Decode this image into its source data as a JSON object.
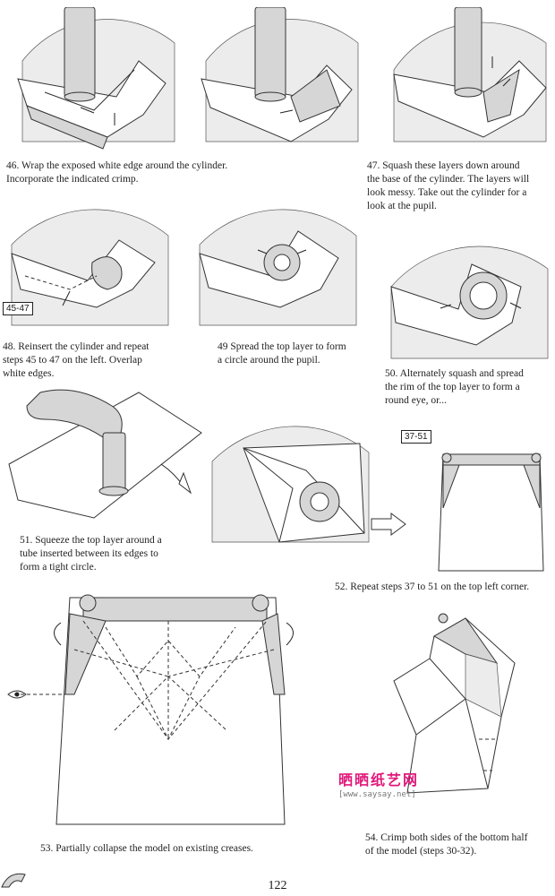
{
  "steps": [
    {
      "id": "46",
      "caption": "46.  Wrap the exposed white edge around the cylinder.\nIncorporate the indicated crimp."
    },
    {
      "id": "47",
      "caption": "47.  Squash these layers down around\nthe base of the cylinder.  The layers will\nlook messy.  Take out the cylinder for a\nlook at the pupil."
    },
    {
      "id": "48",
      "caption": "48.  Reinsert the cylinder and repeat\nsteps 45 to 47 on the left.  Overlap\nwhite edges."
    },
    {
      "id": "49",
      "caption": "49  Spread the top layer to form\na circle around the pupil."
    },
    {
      "id": "50",
      "caption": "50.  Alternately squash and spread\nthe rim of the top layer to form a\nround eye, or..."
    },
    {
      "id": "51",
      "caption": "51.  Squeeze the top layer around a\ntube inserted between its edges to\nform a tight circle."
    },
    {
      "id": "52",
      "caption": "52.  Repeat steps 37 to 51 on the top left corner."
    },
    {
      "id": "53",
      "caption": "53.  Partially collapse the model on existing creases."
    },
    {
      "id": "54",
      "caption": "54.  Crimp both sides of the bottom half\nof the model (steps 30-32)."
    }
  ],
  "refs": {
    "step48": "45-47",
    "step52": "37-51"
  },
  "page_number": "122",
  "watermark": {
    "site": "晒晒纸艺网",
    "url": "[www.saysay.net]"
  }
}
